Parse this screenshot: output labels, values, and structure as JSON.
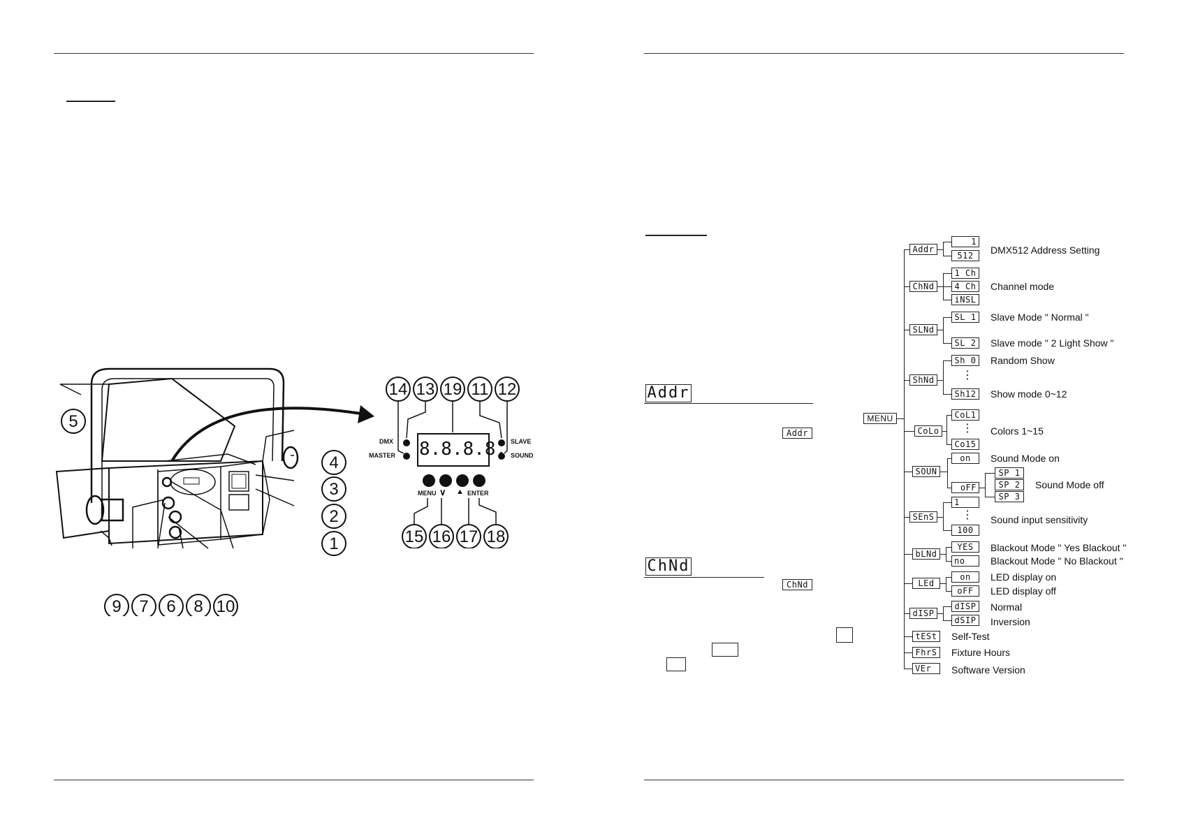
{
  "menu_label": "MENU",
  "section_displays": {
    "addr": "Addr",
    "chnd": "ChNd",
    "addr_inline": "Addr",
    "chnd_inline": "ChNd"
  },
  "panel": {
    "display": "8.8.8.8.",
    "dmx": "DMX",
    "master": "MASTER",
    "slave": "SLAVE",
    "sound": "SOUND",
    "menu": "MENU",
    "enter": "ENTER",
    "down_arrow": "∨",
    "up_arrow": "▲"
  },
  "callouts": {
    "c14": "14",
    "c13": "13",
    "c19": "19",
    "c11": "11",
    "c12": "12",
    "c15": "15",
    "c16": "16",
    "c17": "17",
    "c18": "18",
    "c5": "5",
    "c4": "4",
    "c3": "3",
    "c2": "2",
    "c1": "1",
    "c9": "9",
    "c7": "7",
    "c6": "6",
    "c8": "8",
    "c10": "10"
  },
  "tree": {
    "addr": {
      "code": "Addr",
      "sub1": "1",
      "sub2": "512",
      "label": "DMX512 Address Setting"
    },
    "chnd": {
      "code": "ChNd",
      "sub1": "1 Ch",
      "sub2": "4 Ch",
      "sub3": "iNSL",
      "label": "Channel mode"
    },
    "slnd": {
      "code": "SLNd",
      "sub1": "SL 1",
      "sub2": "SL 2",
      "label1": "Slave Mode \" Normal \"",
      "label2": "Slave mode \" 2 Light Show \""
    },
    "shnd": {
      "code": "ShNd",
      "sub1": "Sh 0",
      "sub2": "Sh12",
      "dots": "⋮",
      "label1": "Random Show",
      "label2": "Show mode 0~12"
    },
    "colo": {
      "code": "CoLo",
      "sub1": "CoL1",
      "sub2": "Co15",
      "dots": "⋮",
      "label": "Colors 1~15"
    },
    "soun": {
      "code": "SOUN",
      "sub_on": "on",
      "sub_off": "oFF",
      "sp1": "SP 1",
      "sp2": "SP 2",
      "sp3": "SP 3",
      "label_on": "Sound Mode on",
      "label_off": "Sound Mode off"
    },
    "sens": {
      "code": "SEnS",
      "sub1": "1",
      "sub2": "100",
      "dots": "⋮",
      "label": "Sound input sensitivity"
    },
    "blnd": {
      "code": "bLNd",
      "sub1": "YES",
      "sub2": "no",
      "label1": "Blackout Mode \" Yes Blackout \"",
      "label2": "Blackout Mode \" No Blackout \""
    },
    "led": {
      "code": "LEd",
      "sub1": "on",
      "sub2": "oFF",
      "label1": "LED display on",
      "label2": "LED display off"
    },
    "disp": {
      "code": "dISP",
      "sub1": "dISP",
      "sub2": "dSIP",
      "label1": "Normal",
      "label2": "Inversion"
    },
    "test": {
      "code": "tESt",
      "label": "Self-Test"
    },
    "fhrs": {
      "code": "FhrS",
      "label": "Fixture Hours"
    },
    "ver": {
      "code": "VEr",
      "label": "Software Version"
    }
  }
}
